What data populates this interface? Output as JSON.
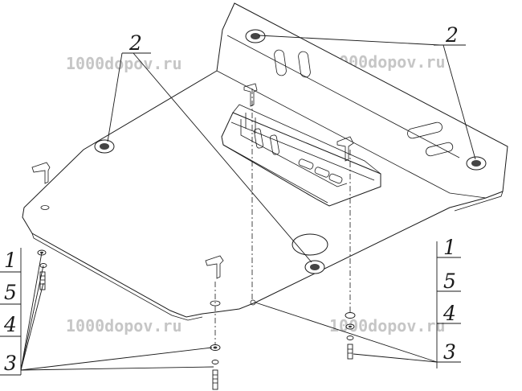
{
  "watermark": "1000dopov.ru",
  "callouts": {
    "top_left": "2",
    "top_right": "2",
    "left_stack": [
      "1",
      "5",
      "4",
      "3"
    ],
    "right_stack": [
      "1",
      "5",
      "4",
      "3"
    ]
  }
}
